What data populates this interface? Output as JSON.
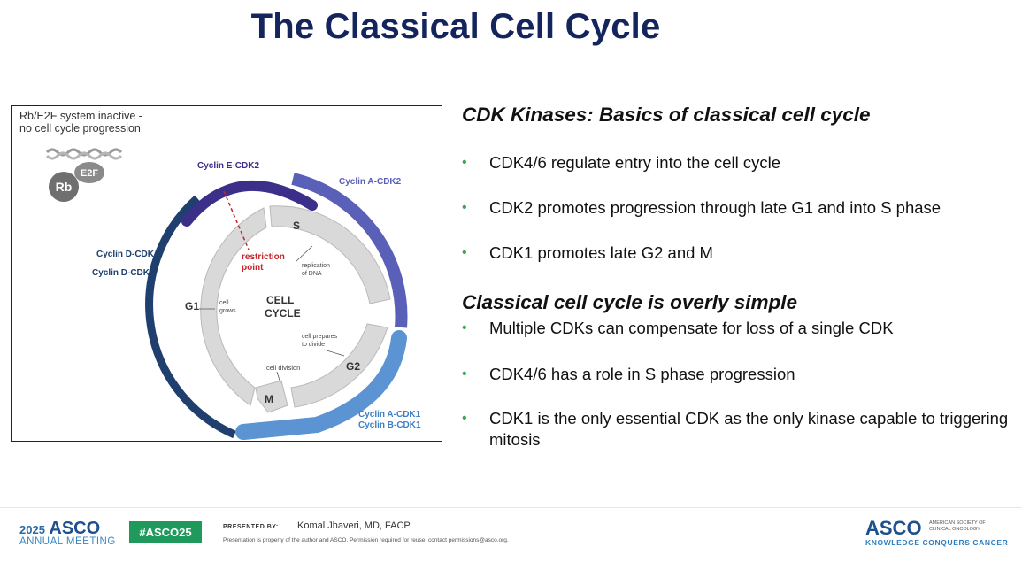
{
  "slide": {
    "title": "The Classical Cell Cycle"
  },
  "figure": {
    "note_line1": "Rb/E2F system inactive -",
    "note_line2": "no cell cycle progression",
    "rb_label": "Rb",
    "e2f_label": "E2F",
    "center_line1": "CELL",
    "center_line2": "CYCLE",
    "phase_g1": "G1",
    "phase_s": "S",
    "phase_g2": "G2",
    "phase_m": "M",
    "g1_note_line1": "cell",
    "g1_note_line2": "grows",
    "s_note_line1": "replication",
    "s_note_line2": "of DNA",
    "g2_note_line1": "cell prepares",
    "g2_note_line2": "to divide",
    "m_note": "cell division",
    "restriction_line1": "restriction",
    "restriction_line2": "point",
    "cyclin_e": "Cyclin E-CDK2",
    "cyclin_a_cdk2": "Cyclin A-CDK2",
    "cyclin_d_cdk4": "Cyclin D-CDK4",
    "cyclin_d_cdk6": "Cyclin D-CDK6",
    "cyclin_a_cdk1": "Cyclin A-CDK1",
    "cyclin_b_cdk1": "Cyclin B-CDK1",
    "colors": {
      "cyclin_d": "#1f3f6e",
      "cyclin_e": "#3b2f8a",
      "cyclin_a_cdk2": "#5a5fb8",
      "cyclin_ab_cdk1": "#5b93d3",
      "restriction": "#c0262b",
      "cycle_arrow": "#d9d9d9"
    }
  },
  "section1": {
    "heading": "CDK Kinases: Basics of classical cell cycle",
    "bullets": [
      "CDK4/6 regulate entry into the cell cycle",
      "CDK2 promotes progression through late G1 and into S phase",
      "CDK1 promotes late G2 and M"
    ]
  },
  "section2": {
    "heading": "Classical cell cycle is overly simple",
    "bullets": [
      "Multiple CDKs can compensate for loss of a single CDK",
      "CDK4/6 has a role in S phase progression",
      "CDK1 is the only essential CDK as the only kinase capable to triggering mitosis"
    ]
  },
  "bullet_symbol": "•",
  "footer": {
    "year": "2025",
    "asco_brand": "ASCO",
    "annual_meeting": "ANNUAL MEETING",
    "hashtag": "#ASCO25",
    "presented_by": "PRESENTED BY:",
    "presenter": "Komal Jhaveri, MD, FACP",
    "disclaimer": "Presentation is property of the author and ASCO. Permission required for reuse; contact permissions@asco.org.",
    "right_brand": "ASCO",
    "society_line1": "AMERICAN SOCIETY OF",
    "society_line2": "CLINICAL ONCOLOGY",
    "tagline": "KNOWLEDGE CONQUERS CANCER"
  }
}
